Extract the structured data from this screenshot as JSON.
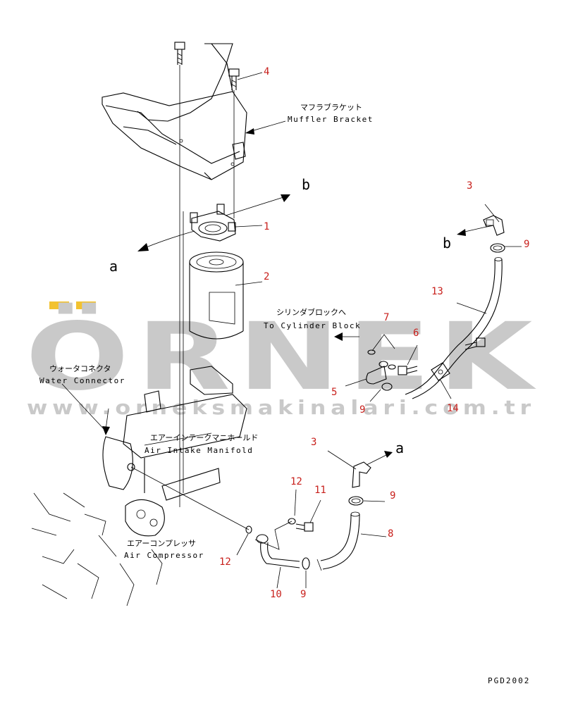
{
  "labels": {
    "muffler_bracket_jp": "マフラブラケット",
    "muffler_bracket_en": "Muffler Bracket",
    "to_cylinder_block_jp": "シリンダブロックへ",
    "to_cylinder_block_en": "To Cylinder Block",
    "water_connector_jp": "ウォータコネクタ",
    "water_connector_en": "Water Connector",
    "air_intake_manifold_jp": "エアーインテークマニホールド",
    "air_intake_manifold_en": "Air Intake Manifold",
    "air_compressor_jp": "エアーコンプレッサ",
    "air_compressor_en": "Air Compressor"
  },
  "part_numbers": {
    "p4": "4",
    "p1": "1",
    "p2": "2",
    "p3_top": "3",
    "p9_top": "9",
    "p13": "13",
    "p7": "7",
    "p6": "6",
    "p5": "5",
    "p9_mid": "9",
    "p14": "14",
    "p3_bottom": "3",
    "p12_top": "12",
    "p11": "11",
    "p9_right": "9",
    "p8": "8",
    "p12_left": "12",
    "p10": "10",
    "p9_bottom": "9"
  },
  "arrow_letters": {
    "b_top": "b",
    "a_left": "a",
    "b_right": "b",
    "a_bottom": "a"
  },
  "watermark": {
    "logo": "ÖRNEK",
    "url": "www.orneksmakinalari.com.tr"
  },
  "drawing_code": "PGD2002",
  "colors": {
    "part_number_red": "#c8201c",
    "watermark_gray": "#c8c8c8",
    "watermark_yellow": "#f2c230"
  }
}
